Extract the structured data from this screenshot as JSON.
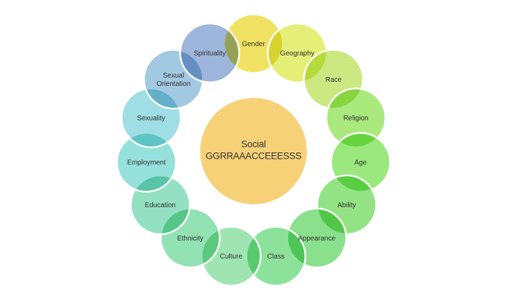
{
  "title": "Social GGRRAAACCEEESSS wheel diagram",
  "background_color": "#FFFFFF",
  "stroke_color": "#FFFFFF",
  "label_color": "#2F2F2F",
  "center_circle": {
    "label": "Social GGRRAAACCEEESSS",
    "label_line1": "Social",
    "label_line2": "GGRRAAACCEEESSS",
    "fill": "#F6D178",
    "text_color": "#333333"
  },
  "ring_items": [
    {
      "label": "Gender",
      "lines": [
        "Gender"
      ],
      "fill": "#F1E263"
    },
    {
      "label": "Geography",
      "lines": [
        "Geography"
      ],
      "fill": "#E5EF78"
    },
    {
      "label": "Race",
      "lines": [
        "Race"
      ],
      "fill": "#CBE980"
    },
    {
      "label": "Religion",
      "lines": [
        "Religion"
      ],
      "fill": "#AAE97E"
    },
    {
      "label": "Age",
      "lines": [
        "Age"
      ],
      "fill": "#9AE87E"
    },
    {
      "label": "Ability",
      "lines": [
        "Ability"
      ],
      "fill": "#93E385"
    },
    {
      "label": "Appearance",
      "lines": [
        "Appearance"
      ],
      "fill": "#8AE08C"
    },
    {
      "label": "Class",
      "lines": [
        "Class"
      ],
      "fill": "#8DE29B"
    },
    {
      "label": "Culture",
      "lines": [
        "Culture"
      ],
      "fill": "#A0E4B4"
    },
    {
      "label": "Ethnicity",
      "lines": [
        "Ethnicity"
      ],
      "fill": "#92E2B3"
    },
    {
      "label": "Education",
      "lines": [
        "Education"
      ],
      "fill": "#94E0C2"
    },
    {
      "label": "Employment",
      "lines": [
        "Employment"
      ],
      "fill": "#97E1DC"
    },
    {
      "label": "Sexuality",
      "lines": [
        "Sexuality"
      ],
      "fill": "#9EDEE4"
    },
    {
      "label": "Sexual Orientation",
      "lines": [
        "Sexual",
        "Orientation"
      ],
      "fill": "#A3C9E2"
    },
    {
      "label": "Spirituality",
      "lines": [
        "Spirituality"
      ],
      "fill": "#9EB6DC"
    }
  ]
}
